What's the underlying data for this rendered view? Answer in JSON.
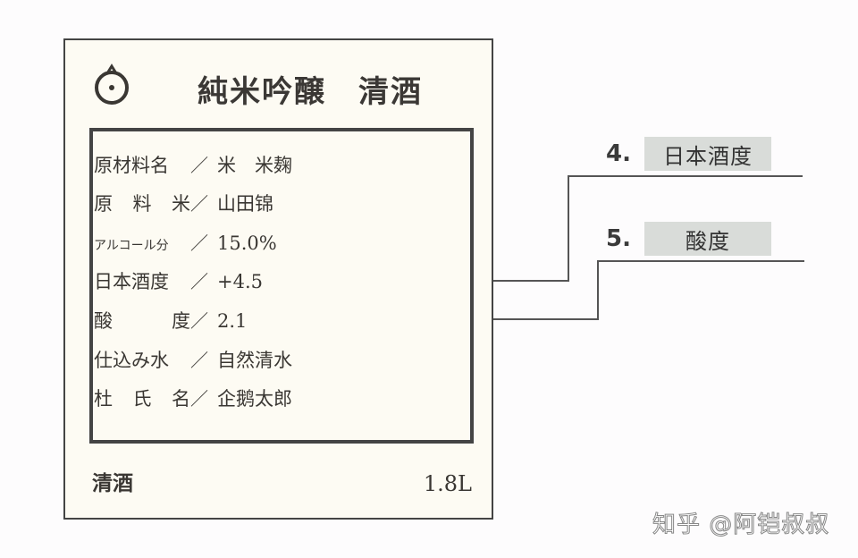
{
  "label": {
    "title": "純米吟醸　清酒",
    "icon": "circle-dot-icon",
    "specs": [
      {
        "key": "原材料名",
        "value": "米　米麹",
        "style": "normal"
      },
      {
        "key": "原料米",
        "value": "山田锦",
        "style": "spaced"
      },
      {
        "key": "アルコール分",
        "value": "15.0%",
        "style": "small"
      },
      {
        "key": "日本酒度",
        "value": "+4.5",
        "style": "normal"
      },
      {
        "key": "酸度",
        "value": "2.1",
        "style": "spaced"
      },
      {
        "key": "仕込み水",
        "value": "自然清水",
        "style": "normal"
      },
      {
        "key": "杜氏名",
        "value": "企鹅太郎",
        "style": "spaced"
      }
    ],
    "separator": "／",
    "footer": {
      "category": "清酒",
      "volume": "1.8L"
    }
  },
  "callouts": [
    {
      "number": "4.",
      "text": "日本酒度",
      "target_field": "日本酒度"
    },
    {
      "number": "5.",
      "text": "酸度",
      "target_field": "酸度"
    }
  ],
  "colors": {
    "card_bg": "#fdfbf3",
    "border": "#444444",
    "tag_bg": "#d9dcd9",
    "leader_line": "#555555"
  },
  "watermark": "知乎 @阿铠叔叔"
}
